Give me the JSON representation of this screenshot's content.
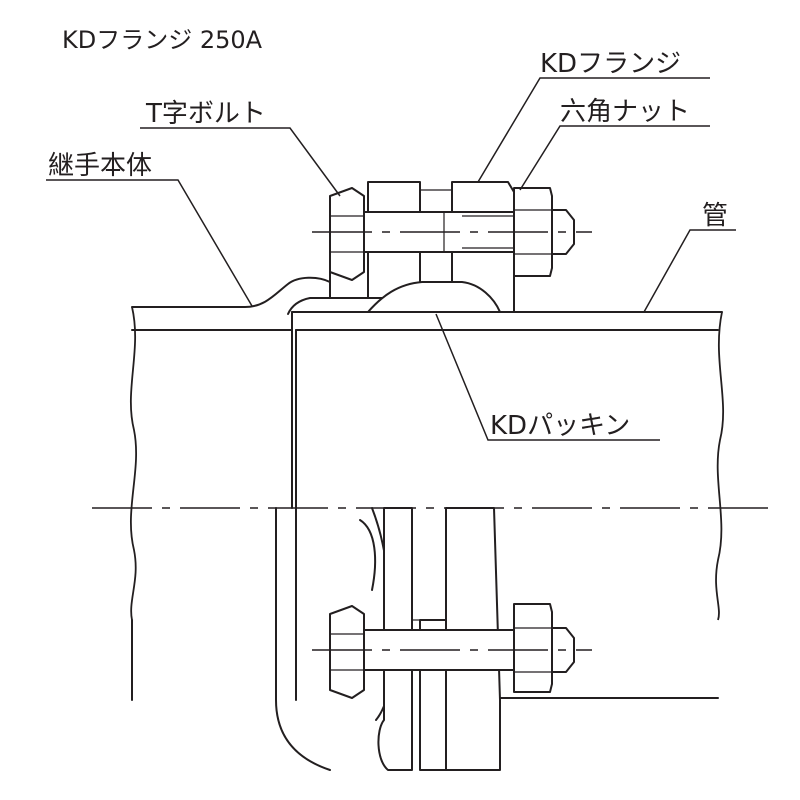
{
  "title": "KDフランジ 250A",
  "labels": {
    "kd_flange": "KDフランジ",
    "t_bolt": "T字ボルト",
    "hex_nut": "六角ナット",
    "joint_body": "継手本体",
    "pipe": "管",
    "kd_packing": "KDパッキン"
  },
  "colors": {
    "line": "#231f20",
    "background": "#ffffff"
  }
}
